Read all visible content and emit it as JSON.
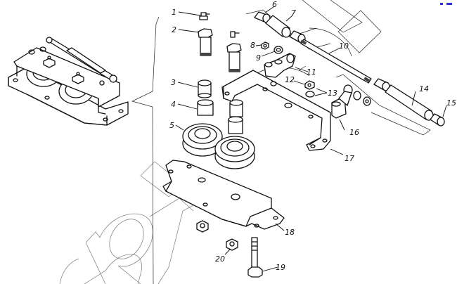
{
  "figure": {
    "type": "exploded-parts-diagram",
    "subject": "pulley block / tensioner bracket assembly",
    "views": [
      "assembled-view",
      "exploded-view"
    ],
    "colors": {
      "ink": "#111111",
      "watermark": "#888888",
      "corner_mark": "#2f2fe0",
      "background": "#ffffff"
    }
  },
  "callouts": [
    {
      "id": 1,
      "label": "1",
      "part": "grease fitting (angled)"
    },
    {
      "id": 2,
      "label": "2",
      "part": "hollow bolt / axle"
    },
    {
      "id": 3,
      "label": "3",
      "part": "bushing"
    },
    {
      "id": 4,
      "label": "4",
      "part": "bushing"
    },
    {
      "id": 5,
      "label": "5",
      "part": "pulley"
    },
    {
      "id": 6,
      "label": "6",
      "part": "spacer"
    },
    {
      "id": 7,
      "label": "7",
      "part": "sleeve"
    },
    {
      "id": 8,
      "label": "8",
      "part": "nut"
    },
    {
      "id": 9,
      "label": "9",
      "part": "washer"
    },
    {
      "id": 10,
      "label": "10",
      "part": "rod"
    },
    {
      "id": 11,
      "label": "11",
      "part": "lug bracket"
    },
    {
      "id": 12,
      "label": "12",
      "part": "nut"
    },
    {
      "id": 13,
      "label": "13",
      "part": "washers"
    },
    {
      "id": 14,
      "label": "14",
      "part": "sleeve"
    },
    {
      "id": 15,
      "label": "15",
      "part": "spacer"
    },
    {
      "id": 16,
      "label": "16",
      "part": "lug bracket"
    },
    {
      "id": 17,
      "label": "17",
      "part": "upper bracket"
    },
    {
      "id": 18,
      "label": "18",
      "part": "base plate"
    },
    {
      "id": 19,
      "label": "19",
      "part": "bolt"
    },
    {
      "id": 20,
      "label": "20",
      "part": "nut"
    }
  ],
  "watermark": {
    "text_fragment": "apk",
    "style": "outline"
  }
}
